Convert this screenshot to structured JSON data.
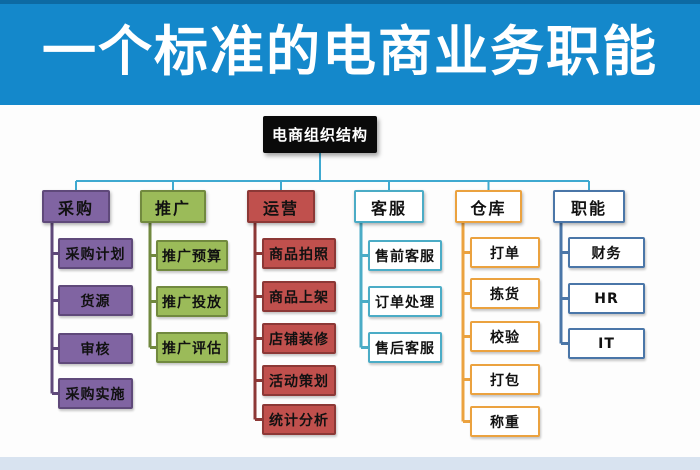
{
  "title": "一个标准的电商业务职能",
  "colors": {
    "banner_bg": "#1488cb",
    "banner_top_edge": "#0d6aa3",
    "title_text": "#ffffff",
    "connector": "#3fa9d0",
    "root_bg": "#0a0a0a",
    "root_text": "#ffffff",
    "page_bg": "#fdfdfd",
    "bottom_strip": "#d8e3f0"
  },
  "root": {
    "label": "电商组织结构"
  },
  "branches": [
    {
      "label": "采购",
      "fill": "#8064a2",
      "border": "#5f497a",
      "filled": true,
      "children": [
        "采购计划",
        "货源",
        "审核",
        "采购实施"
      ]
    },
    {
      "label": "推广",
      "fill": "#9bbb59",
      "border": "#71893f",
      "filled": true,
      "children": [
        "推广预算",
        "推广投放",
        "推广评估"
      ]
    },
    {
      "label": "运营",
      "fill": "#c0504d",
      "border": "#8c3836",
      "filled": true,
      "children": [
        "商品拍照",
        "商品上架",
        "店铺装修",
        "活动策划",
        "统计分析"
      ]
    },
    {
      "label": "客服",
      "fill": "#ffffff",
      "border": "#4bacc6",
      "filled": false,
      "children": [
        "售前客服",
        "订单处理",
        "售后客服"
      ]
    },
    {
      "label": "仓库",
      "fill": "#ffffff",
      "border": "#eba23f",
      "filled": false,
      "children": [
        "打单",
        "拣货",
        "校验",
        "打包",
        "称重"
      ]
    },
    {
      "label": "职能",
      "fill": "#ffffff",
      "border": "#4a76a8",
      "filled": false,
      "children": [
        "财务",
        "HR",
        "IT"
      ]
    }
  ]
}
